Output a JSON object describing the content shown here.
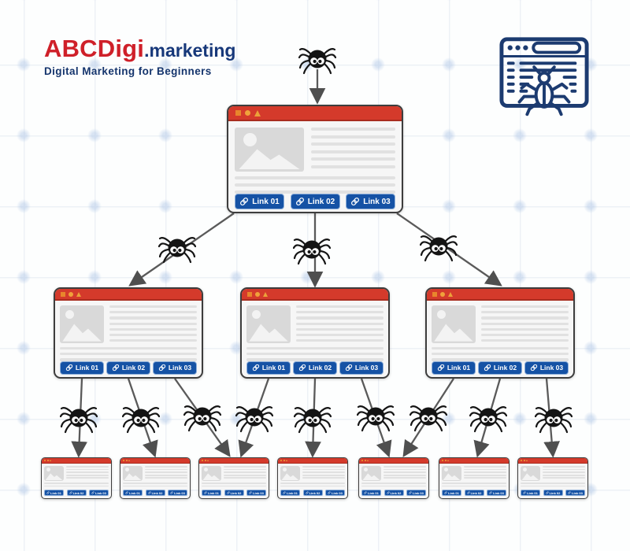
{
  "logo": {
    "brand": "ABCDigi",
    "suffix": ".marketing",
    "tagline": "Digital Marketing for Beginners"
  },
  "link_labels": [
    "Link 01",
    "Link 02",
    "Link 03"
  ],
  "icons": {
    "top_right": "browser-with-bug-icon",
    "node": "spider-icon",
    "button": "chain-link-icon",
    "window_controls": [
      "square",
      "circle",
      "triangle"
    ],
    "placeholder": "image-placeholder-icon"
  },
  "colors": {
    "brand_red": "#cf2029",
    "brand_navy": "#17387a",
    "tagline_navy": "#15356d",
    "titlebar_red": "#d43a2b",
    "titlebar_controls_orange": "#eba23a",
    "link_button_navy": "#1552a5",
    "window_border": "#3d3d3d",
    "arrow_gray": "#5a5a5a",
    "spider_black": "#141414",
    "crawler_icon_navy": "#1c3b70",
    "grid_line": "#edf1f6"
  }
}
